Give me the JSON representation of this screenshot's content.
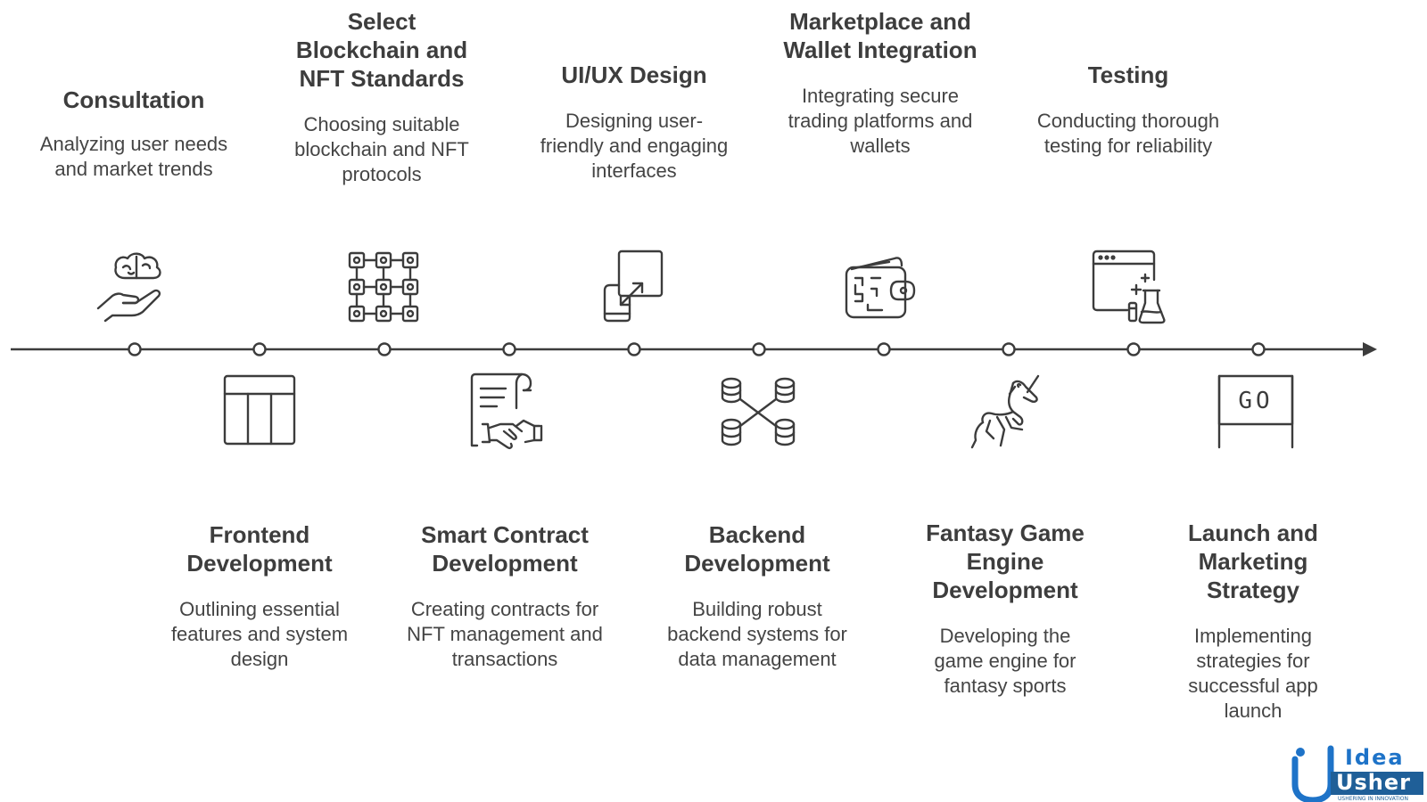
{
  "colors": {
    "ink": "#3c3c3c",
    "text": "#444444",
    "brand_blue": "#1e73c8",
    "brand_navy": "#0d2a52"
  },
  "steps_top": [
    {
      "title": "Consultation",
      "desc": "Analyzing user needs and market trends",
      "icon": "brain-hand-icon"
    },
    {
      "title": "Select Blockchain and NFT Standards",
      "desc": "Choosing suitable blockchain and NFT protocols",
      "icon": "blockchain-grid-icon"
    },
    {
      "title": "UI/UX Design",
      "desc": "Designing user-friendly and engaging interfaces",
      "icon": "responsive-design-icon"
    },
    {
      "title": "Marketplace and Wallet Integration",
      "desc": "Integrating secure trading platforms and wallets",
      "icon": "wallet-icon"
    },
    {
      "title": "Testing",
      "desc": "Conducting thorough testing for reliability",
      "icon": "browser-lab-flask-icon"
    }
  ],
  "steps_bottom": [
    {
      "title": "Frontend Development",
      "desc": "Outlining essential features and system design",
      "icon": "layout-table-icon"
    },
    {
      "title": "Smart Contract Development",
      "desc": "Creating contracts for NFT management and transactions",
      "icon": "contract-handshake-icon"
    },
    {
      "title": "Backend Development",
      "desc": "Building robust backend systems for data management",
      "icon": "database-network-icon"
    },
    {
      "title": "Fantasy Game Engine Development",
      "desc": "Developing the game engine for fantasy sports",
      "icon": "unicorn-icon"
    },
    {
      "title": "Launch and Marketing Strategy",
      "desc": "Implementing strategies for successful app launch",
      "icon": "go-sign-icon"
    }
  ],
  "go_sign_text": "GO",
  "logo": {
    "word1": "Idea",
    "word2": "Usher",
    "tagline": "USHERING IN INNOVATION"
  }
}
